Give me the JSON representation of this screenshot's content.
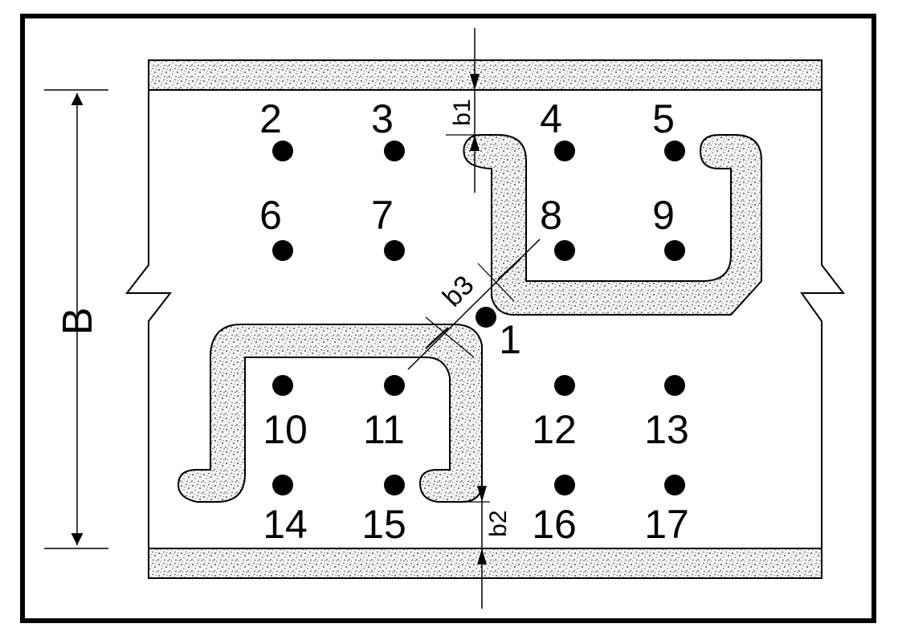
{
  "diagram": {
    "colors": {
      "line": "#000000",
      "background": "#ffffff",
      "fill_band": "#f2f2f2",
      "speckle": "#1a1a1a"
    },
    "labels": {
      "width_label": "B",
      "dim_b1": "b1",
      "dim_b2": "b2",
      "dim_b3": "b3"
    },
    "points": [
      {
        "id": "1",
        "label": "1"
      },
      {
        "id": "2",
        "label": "2"
      },
      {
        "id": "3",
        "label": "3"
      },
      {
        "id": "4",
        "label": "4"
      },
      {
        "id": "5",
        "label": "5"
      },
      {
        "id": "6",
        "label": "6"
      },
      {
        "id": "7",
        "label": "7"
      },
      {
        "id": "8",
        "label": "8"
      },
      {
        "id": "9",
        "label": "9"
      },
      {
        "id": "10",
        "label": "10"
      },
      {
        "id": "11",
        "label": "11"
      },
      {
        "id": "12",
        "label": "12"
      },
      {
        "id": "13",
        "label": "13"
      },
      {
        "id": "14",
        "label": "14"
      },
      {
        "id": "15",
        "label": "15"
      },
      {
        "id": "16",
        "label": "16"
      },
      {
        "id": "17",
        "label": "17"
      }
    ]
  }
}
